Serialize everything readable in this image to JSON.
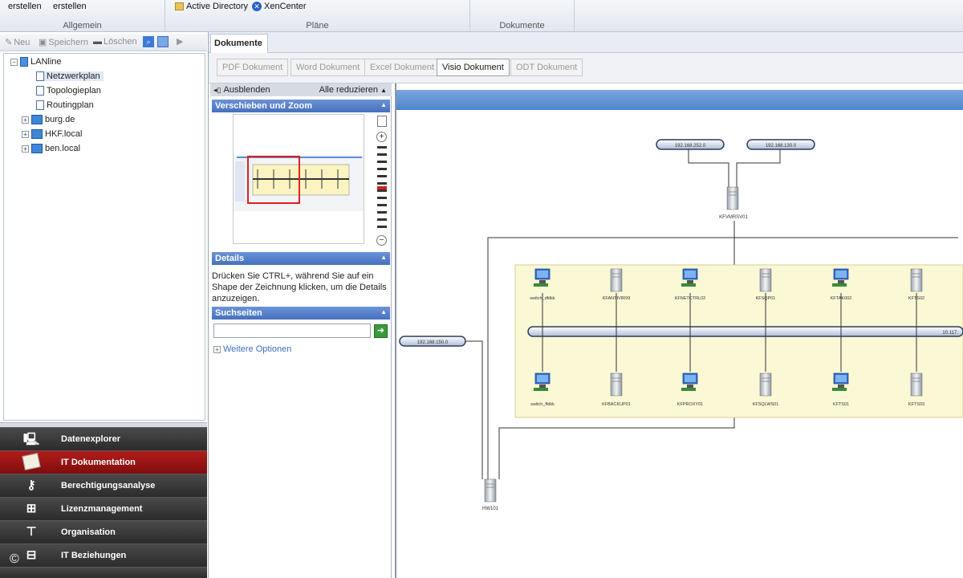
{
  "ribbon": {
    "btn_erstellen_1": "erstellen",
    "btn_erstellen_2": "erstellen",
    "group_allgemein": "Allgemein",
    "btn_active_directory": "Active Directory",
    "btn_xencenter": "XenCenter",
    "group_plaene": "Pläne",
    "group_dokumente": "Dokumente"
  },
  "left_toolbar": {
    "neu": "Neu",
    "speichern": "Speichern",
    "loeschen": "Löschen"
  },
  "tree": {
    "root": "LANline",
    "children": [
      "Netzwerkplan",
      "Topologieplan",
      "Routingplan"
    ],
    "domains": [
      "burg.de",
      "HKF.local",
      "ben.local"
    ]
  },
  "nav": {
    "items": [
      {
        "label": "Datenexplorer",
        "icon": "computer-icon"
      },
      {
        "label": "IT Dokumentation",
        "icon": "document-icon"
      },
      {
        "label": "Berechtigungsanalyse",
        "icon": "key-icon"
      },
      {
        "label": "Lizenzmanagement",
        "icon": "network-icon"
      },
      {
        "label": "Organisation",
        "icon": "org-chart-icon"
      },
      {
        "label": "IT Beziehungen",
        "icon": "relations-icon"
      }
    ],
    "active_index": 1,
    "copyright": "©"
  },
  "doc": {
    "tab": "Dokumente",
    "buttons": [
      "PDF Dokument",
      "Word Dokument",
      "Excel Dokument",
      "Visio Dokument",
      "ODT Dokument"
    ],
    "enabled_button": "Visio Dokument"
  },
  "sidepanel": {
    "ausblenden": "Ausblenden",
    "alle_reduzieren": "Alle reduzieren",
    "section_zoom": "Verschieben und Zoom",
    "section_details": "Details",
    "details_text": "Drücken Sie CTRL+, während Sie auf ein Shape der Zeichnung klicken, um die Details anzuzeigen.",
    "section_suche": "Suchseiten",
    "weitere_optionen": "Weitere Optionen"
  },
  "diagram": {
    "subnet_top_left": "192.168.252.0",
    "subnet_top_right": "192.168.130.0",
    "subnet_left": "192.168.150.0",
    "subnet_bus": "10.117.",
    "top_server": "KFVMRSV01",
    "bottom_server": "HW101",
    "row_top": [
      "switch_dfdkk",
      "KFANTI­VIR99",
      "KFNETCTRL02",
      "KFSQP01",
      "KFTA­K002",
      "KFTS02"
    ],
    "row_bottom": [
      "switch_ffdkk",
      "KFBACKUP01",
      "KFPROXY01",
      "KFSQLWS01",
      "KFTS01",
      "KFTS03"
    ]
  },
  "colors": {
    "nav_active": "#a01414",
    "section_header": "#5580cc",
    "canvas_header": "#5b8fd1",
    "group_fill": "#fbf8d6"
  }
}
